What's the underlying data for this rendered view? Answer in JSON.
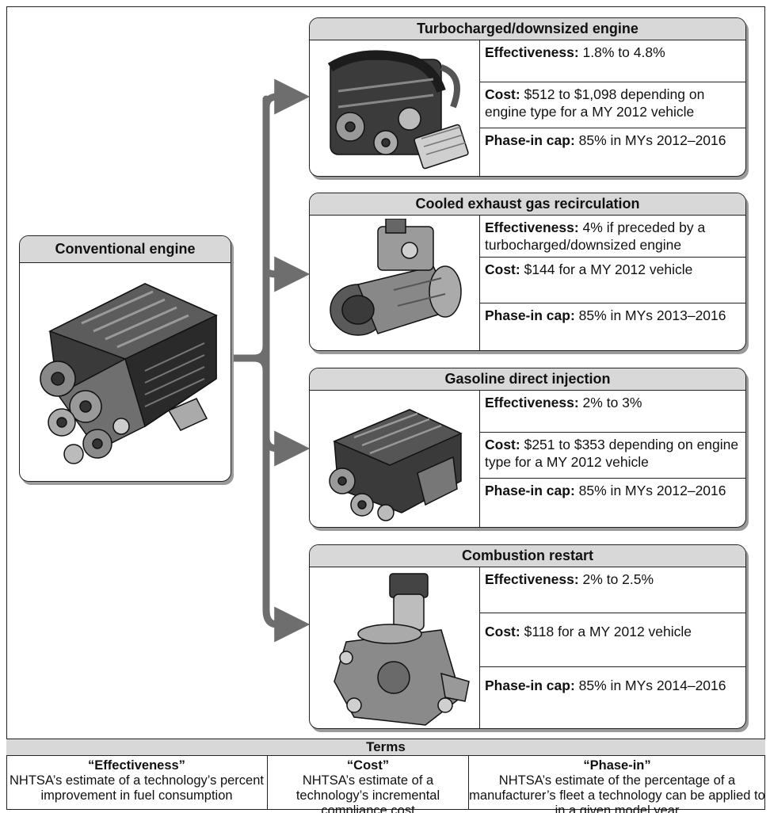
{
  "conventional": {
    "title": "Conventional engine"
  },
  "technologies": [
    {
      "title": "Turbocharged/downsized engine",
      "effectiveness_label": "Effectiveness:",
      "effectiveness": "1.8% to 4.8%",
      "cost_label": "Cost:",
      "cost": "$512 to $1,098 depending on engine type for a MY 2012 vehicle",
      "phase_label": "Phase-in cap:",
      "phase": "85% in MYs 2012–2016"
    },
    {
      "title": "Cooled exhaust gas recirculation",
      "effectiveness_label": "Effectiveness:",
      "effectiveness": "4% if preceded by a turbocharged/downsized engine",
      "cost_label": "Cost:",
      "cost": "$144 for a MY 2012 vehicle",
      "phase_label": "Phase-in cap:",
      "phase": "85% in MYs 2013–2016"
    },
    {
      "title": "Gasoline direct injection",
      "effectiveness_label": "Effectiveness:",
      "effectiveness": "2% to 3%",
      "cost_label": "Cost:",
      "cost": "$251 to $353 depending on engine type for a MY 2012 vehicle",
      "phase_label": "Phase-in cap:",
      "phase": "85% in MYs 2012–2016"
    },
    {
      "title": "Combustion restart",
      "effectiveness_label": "Effectiveness:",
      "effectiveness": "2% to 2.5%",
      "cost_label": "Cost:",
      "cost": "$118 for a MY 2012 vehicle",
      "phase_label": "Phase-in cap:",
      "phase": "85% in MYs 2014–2016"
    }
  ],
  "terms": {
    "title": "Terms",
    "items": [
      {
        "term": "“Effectiveness”",
        "definition": "NHTSA’s estimate of a technology’s percent improvement in fuel consumption"
      },
      {
        "term": "“Cost”",
        "definition": "NHTSA’s estimate of a technology’s incremental compliance cost"
      },
      {
        "term": "“Phase-in”",
        "definition": "NHTSA’s estimate of the percentage of a manufacturer’s fleet a technology can be applied to in a given model year"
      }
    ]
  },
  "colors": {
    "header_fill": "#d8d8d8",
    "arrow": "#6e6e6e",
    "engine_dark": "#2e2e2e",
    "engine_mid": "#7a7a7a",
    "engine_light": "#bdbdbd"
  },
  "icons": [
    "conventional-engine-icon",
    "turbo-engine-icon",
    "egr-starter-icon",
    "gdi-engine-icon",
    "egr-valve-icon"
  ]
}
